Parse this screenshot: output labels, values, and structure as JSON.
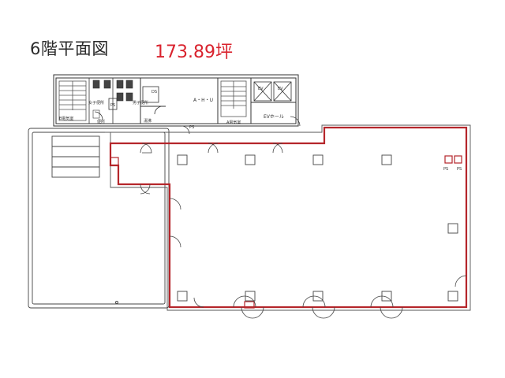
{
  "header": {
    "floor_title": "6階平面図",
    "area_text": "173.89坪"
  },
  "plan_labels": {
    "ahu": "A・H・U",
    "ev_hall": "EVホール",
    "ev": "EV",
    "ps": "PS",
    "ds": "DS",
    "elec_room_b": "B電気室",
    "elec_room_a": "A電気室",
    "kitchen": "湯沸",
    "restroom": "便所",
    "women": "女子便所",
    "men": "男子便所"
  },
  "colors": {
    "wall": "#333333",
    "tenant_outline": "#b5262b",
    "area_text": "#d9232e"
  }
}
